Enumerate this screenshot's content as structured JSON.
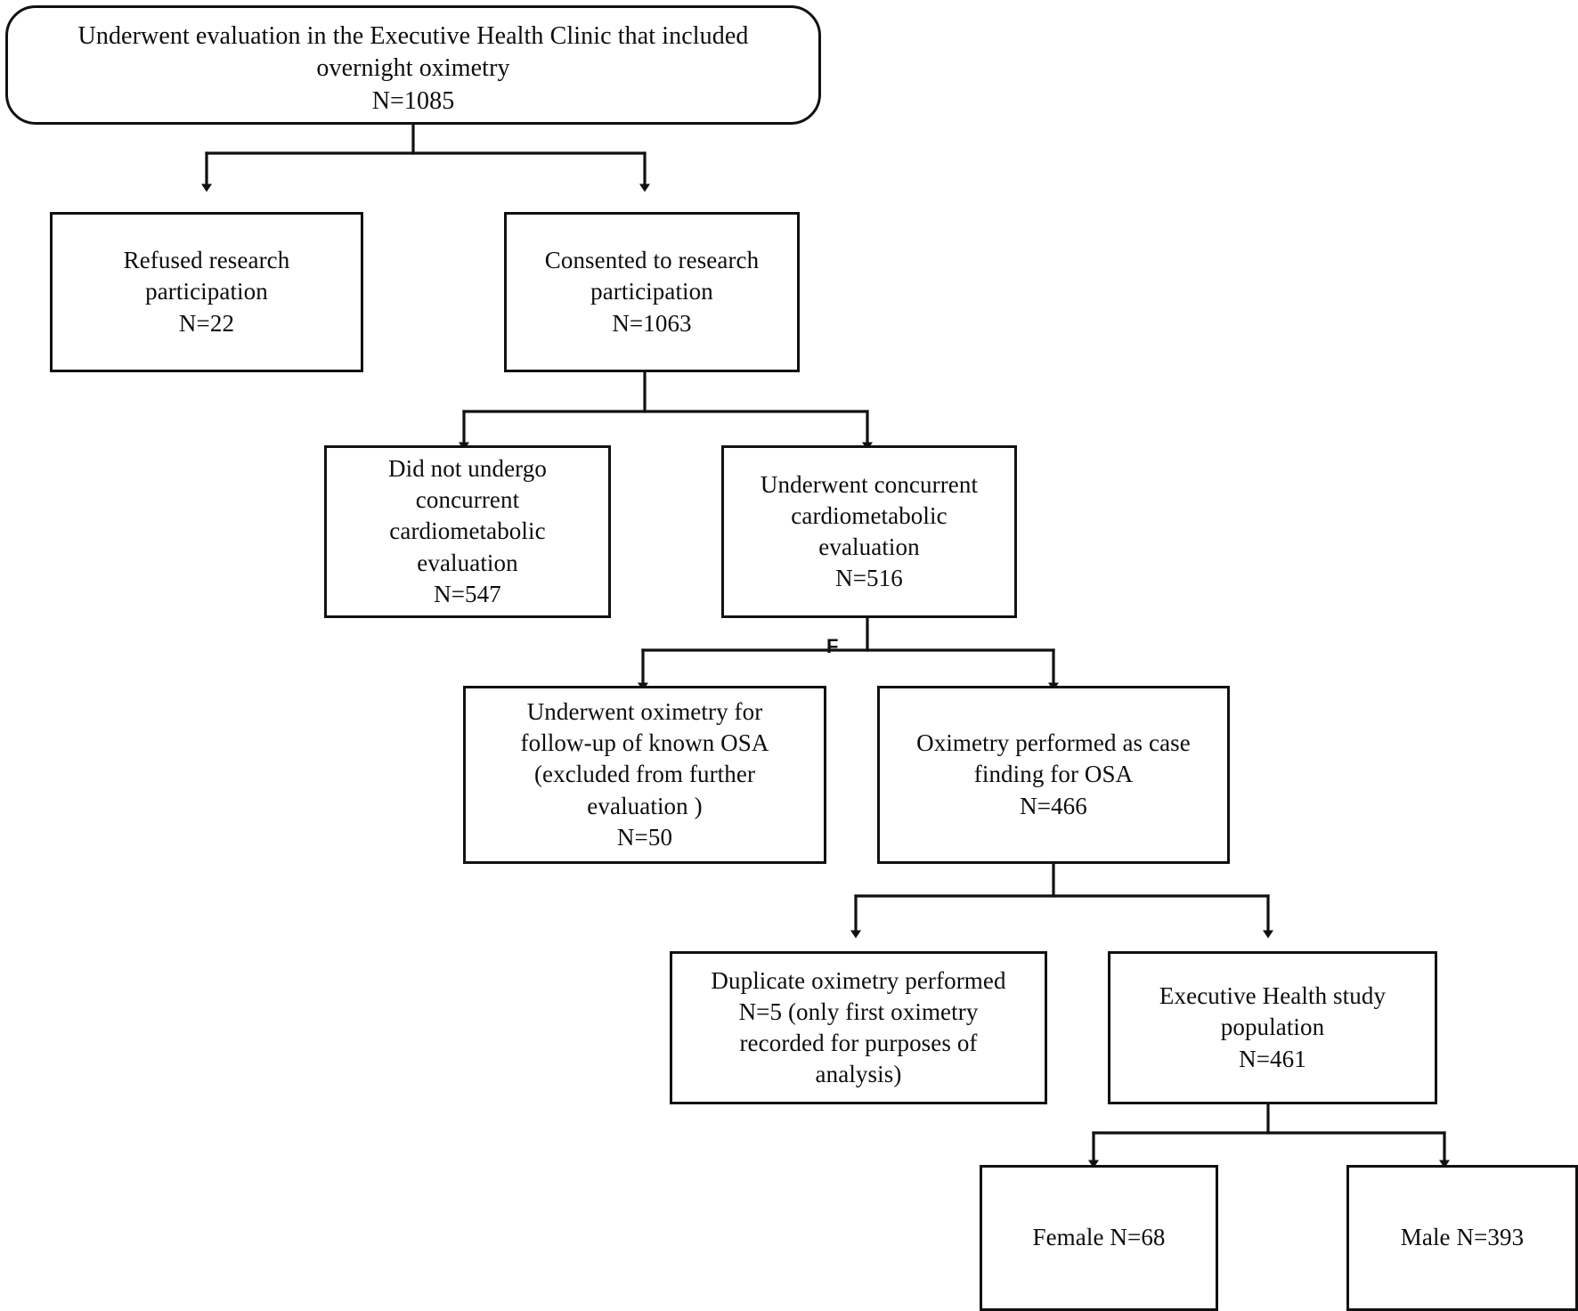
{
  "figure": {
    "type": "flowchart",
    "orientation": "top-down",
    "title": "Executive Health Clinic overnight oximetry study participant flow",
    "line_color": "#111111",
    "box_fill": "#ffffff",
    "text_color": "#0d0d0d"
  },
  "nodes": [
    {
      "id": "enrollment",
      "shape": "rounded-rectangle",
      "text": "Underwent evaluation in the Executive Health Clinic that included overnight oximetry\nN=1085",
      "count_label": "N=1085",
      "count": 1085
    },
    {
      "id": "refused",
      "shape": "rectangle",
      "text": "Refused research participation\nN=22",
      "count_label": "N=22",
      "count": 22
    },
    {
      "id": "consented",
      "shape": "rectangle",
      "text": "Consented to research participation\nN=1063",
      "count_label": "N=1063",
      "count": 1063
    },
    {
      "id": "no-cardiometabolic",
      "shape": "rectangle",
      "text": "Did not undergo concurrent cardiometabolic evaluation\nN=547",
      "count_label": "N=547",
      "count": 547
    },
    {
      "id": "cardiometabolic",
      "shape": "rectangle",
      "text": "Underwent concurrent cardiometabolic evaluation\nN=516",
      "count_label": "N=516",
      "count": 516
    },
    {
      "id": "known-osa-followup",
      "shape": "rectangle",
      "text": "Underwent oximetry for follow-up of known OSA (excluded from further evaluation )\nN=50",
      "count_label": "N=50",
      "count": 50
    },
    {
      "id": "case-finding",
      "shape": "rectangle",
      "text": "Oximetry performed as case finding for OSA\nN=466",
      "count_label": "N=466",
      "count": 466
    },
    {
      "id": "duplicate-oximetry",
      "shape": "rectangle",
      "text": "Duplicate oximetry performed N=5 (only first oximetry recorded for purposes of analysis)",
      "count_label": "N=5",
      "count": 5
    },
    {
      "id": "study-population",
      "shape": "rectangle",
      "text": "Executive Health study population\nN=461",
      "count_label": "N=461",
      "count": 461
    },
    {
      "id": "female",
      "shape": "rectangle",
      "text": "Female N=68",
      "count_label": "N=68",
      "count": 68
    },
    {
      "id": "male",
      "shape": "rectangle",
      "text": "Male N=393",
      "count_label": "N=393",
      "count": 393
    }
  ],
  "artifacts": {
    "stray_letter": "F"
  },
  "node_text": {
    "enrollment": "Underwent evaluation in the Executive Health Clinic that included\novernight oximetry\nN=1085",
    "refused": "Refused research\nparticipation\nN=22",
    "consented": "Consented to research\nparticipation\nN=1063",
    "no_cardiometabolic": "Did not undergo\nconcurrent\ncardiometabolic\nevaluation\nN=547",
    "cardiometabolic": "Underwent concurrent\ncardiometabolic\nevaluation\nN=516",
    "known_osa_followup": "Underwent oximetry for\nfollow-up of known OSA\n(excluded from further\nevaluation )\nN=50",
    "case_finding": "Oximetry performed as case\nfinding for OSA\nN=466",
    "duplicate_oximetry": "Duplicate oximetry performed\nN=5 (only first oximetry\nrecorded for purposes of\nanalysis)",
    "study_population": "Executive Health study\npopulation\nN=461",
    "female": "Female N=68",
    "male": "Male N=393"
  },
  "edges": [
    {
      "from": "enrollment",
      "to": "refused",
      "style": "elbow-arrow"
    },
    {
      "from": "enrollment",
      "to": "consented",
      "style": "elbow-arrow"
    },
    {
      "from": "consented",
      "to": "no-cardiometabolic",
      "style": "elbow-arrow"
    },
    {
      "from": "consented",
      "to": "cardiometabolic",
      "style": "elbow-arrow"
    },
    {
      "from": "cardiometabolic",
      "to": "known-osa-followup",
      "style": "elbow-arrow"
    },
    {
      "from": "cardiometabolic",
      "to": "case-finding",
      "style": "elbow-arrow"
    },
    {
      "from": "case-finding",
      "to": "duplicate-oximetry",
      "style": "elbow-arrow"
    },
    {
      "from": "case-finding",
      "to": "study-population",
      "style": "elbow-arrow"
    },
    {
      "from": "study-population",
      "to": "female",
      "style": "elbow-arrow"
    },
    {
      "from": "study-population",
      "to": "male",
      "style": "elbow-arrow"
    }
  ]
}
